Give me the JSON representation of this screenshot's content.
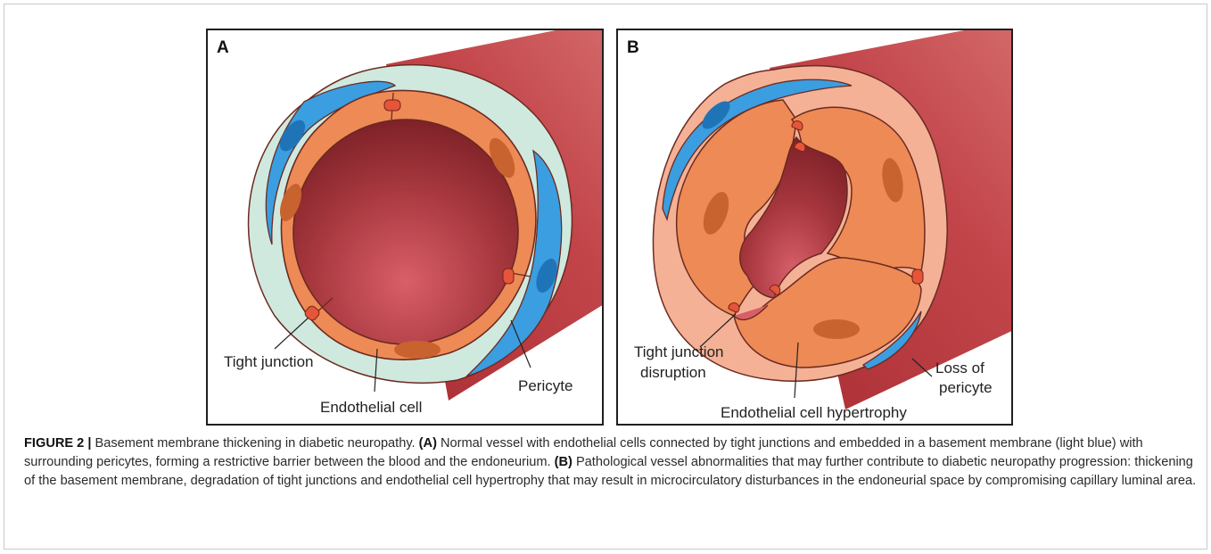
{
  "figure": {
    "panel_a": {
      "letter": "A",
      "labels": {
        "tight_junction": "Tight junction",
        "endothelial_cell": "Endothelial cell",
        "pericyte": "Pericyte"
      }
    },
    "panel_b": {
      "letter": "B",
      "labels": {
        "tight_junction_line1": "Tight junction",
        "tight_junction_line2": "disruption",
        "endothelial_hypertrophy": "Endothelial cell hypertrophy",
        "loss_line1": "Loss of",
        "loss_line2": "pericyte"
      }
    },
    "colors": {
      "vessel": "#b8373c",
      "endothelial": "#ee8a55",
      "basement_membrane_normal": "#cfe9df",
      "basement_membrane_thick": "#f4b196",
      "pericyte": "#3a9ee0",
      "tight_junction": "#e4553a"
    }
  },
  "caption": {
    "title": "FIGURE 2 |",
    "lead": " Basement membrane thickening in diabetic neuropathy. ",
    "a_tag": "(A)",
    "a_text": " Normal vessel with endothelial cells connected by tight junctions and embedded in a basement membrane (light blue) with surrounding pericytes, forming a restrictive barrier between the blood and the endoneurium. ",
    "b_tag": "(B)",
    "b_text": " Pathological vessel abnormalities that may further contribute to diabetic neuropathy progression: thickening of the basement membrane, degradation of tight junctions and endothelial cell hypertrophy that may result in microcirculatory disturbances in the endoneurial space by compromising capillary luminal area."
  }
}
